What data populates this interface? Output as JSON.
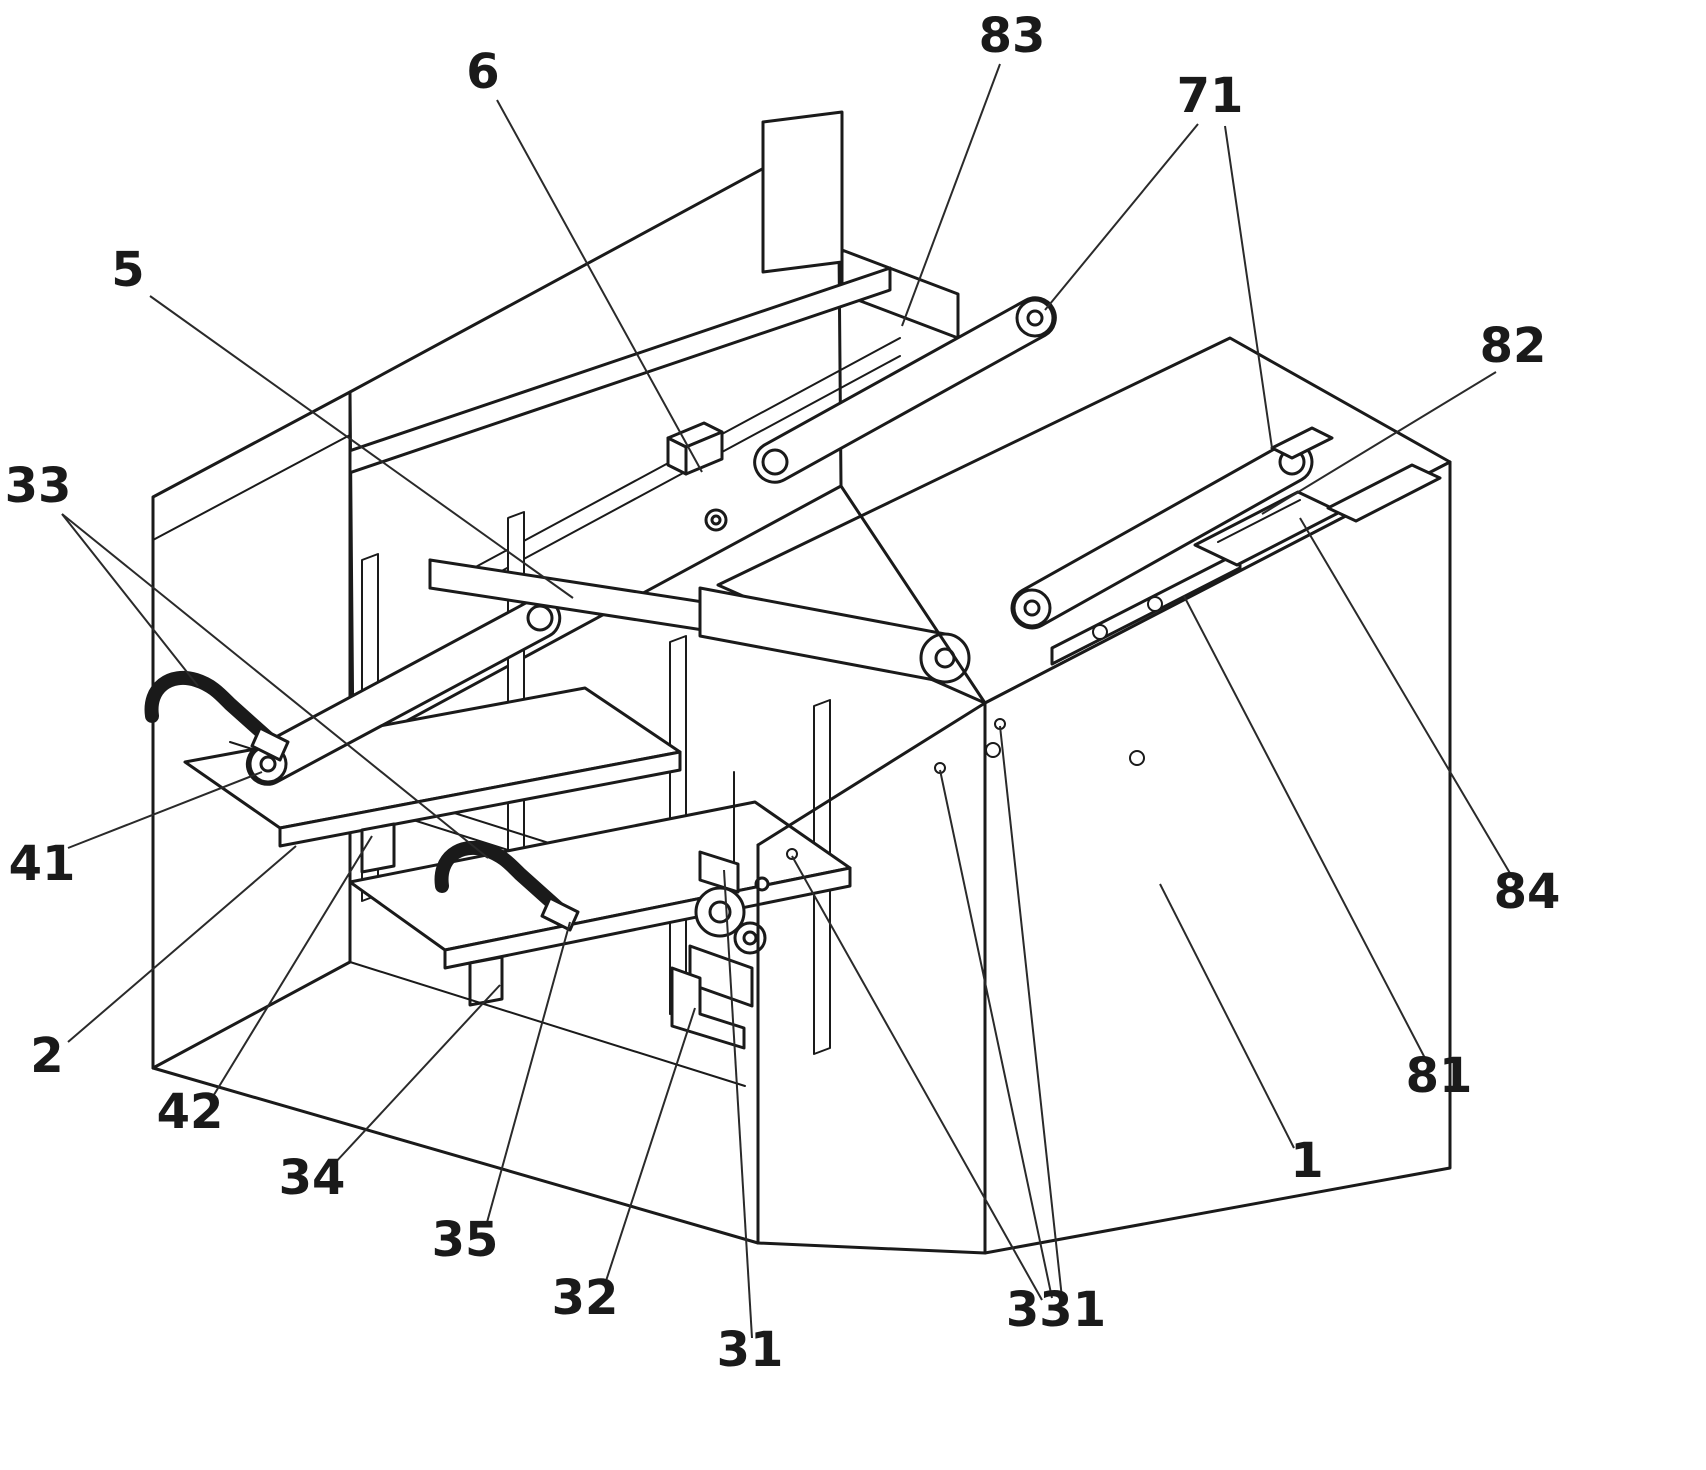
{
  "colors": {
    "ink": "#1a1a1a",
    "leader": "#2a2a2a",
    "background": "#ffffff"
  },
  "figure": {
    "labels": [
      {
        "ref": "83"
      },
      {
        "ref": "71"
      },
      {
        "ref": "6"
      },
      {
        "ref": "5"
      },
      {
        "ref": "82"
      },
      {
        "ref": "33"
      },
      {
        "ref": "41"
      },
      {
        "ref": "2"
      },
      {
        "ref": "42"
      },
      {
        "ref": "34"
      },
      {
        "ref": "35"
      },
      {
        "ref": "32"
      },
      {
        "ref": "31"
      },
      {
        "ref": "331"
      },
      {
        "ref": "1"
      },
      {
        "ref": "81"
      },
      {
        "ref": "84"
      }
    ]
  }
}
